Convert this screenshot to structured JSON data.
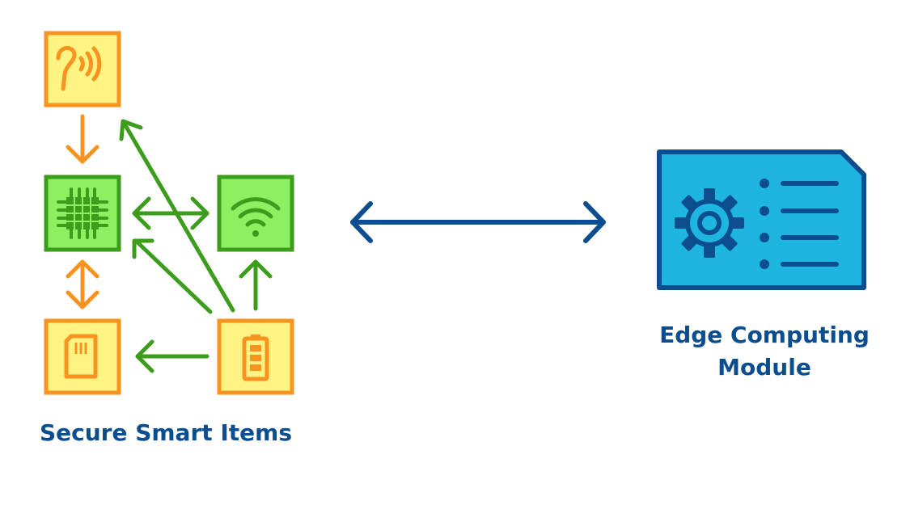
{
  "left_group": {
    "label": "Secure Smart Items"
  },
  "right_group": {
    "label_line1": "Edge Computing",
    "label_line2": "Module"
  },
  "colors": {
    "orange_border": "#f7931e",
    "yellow_fill": "#fff383",
    "green_border": "#3c9c1c",
    "green_fill": "#8df060",
    "module_border": "#0b4e8f",
    "module_fill": "#1eb6e0",
    "text_blue": "#0b4e8f",
    "arrow_green": "#3c9c1c",
    "arrow_orange": "#f7931e"
  },
  "icons": [
    "nfc-icon",
    "cpu-chip-icon",
    "wifi-icon",
    "sd-card-icon",
    "battery-icon",
    "gear-icon"
  ]
}
